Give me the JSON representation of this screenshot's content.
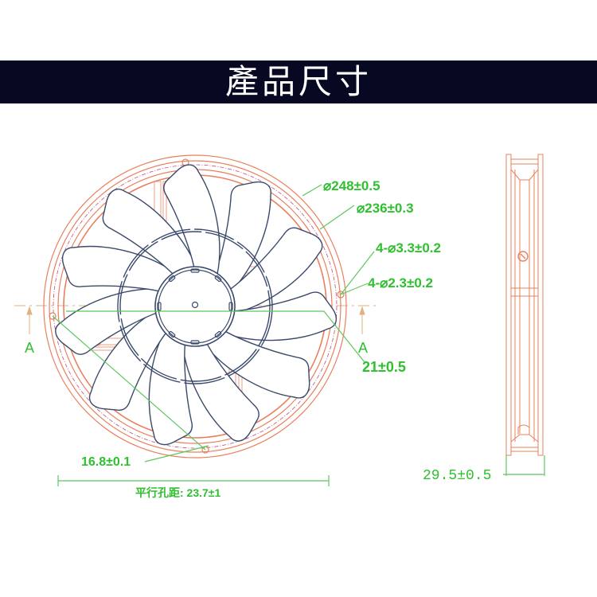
{
  "header": {
    "title": "產品尺寸",
    "background_color": "#070822",
    "text_color": "#ffffff"
  },
  "colors": {
    "dimension": "#2fbf2f",
    "frame": "#e8805e",
    "blade": "#3b4a6b",
    "centerline": "#e0b080"
  },
  "front_view": {
    "dimensions": {
      "outer_diameter": "⌀248±0.5",
      "inner_diameter": "⌀236±0.3",
      "mount_hole_large": "4-⌀3.3±0.2",
      "mount_hole_small": "4-⌀2.3±0.2",
      "offset": "21±0.5",
      "hole_offset": "16.8±0.1",
      "parallel_hole_distance": "平行孔距: 23.7±1"
    },
    "section_markers": {
      "left": "A",
      "right": "A"
    },
    "blade_count": 11
  },
  "side_view": {
    "dimensions": {
      "thickness": "29.5±0.5"
    }
  }
}
